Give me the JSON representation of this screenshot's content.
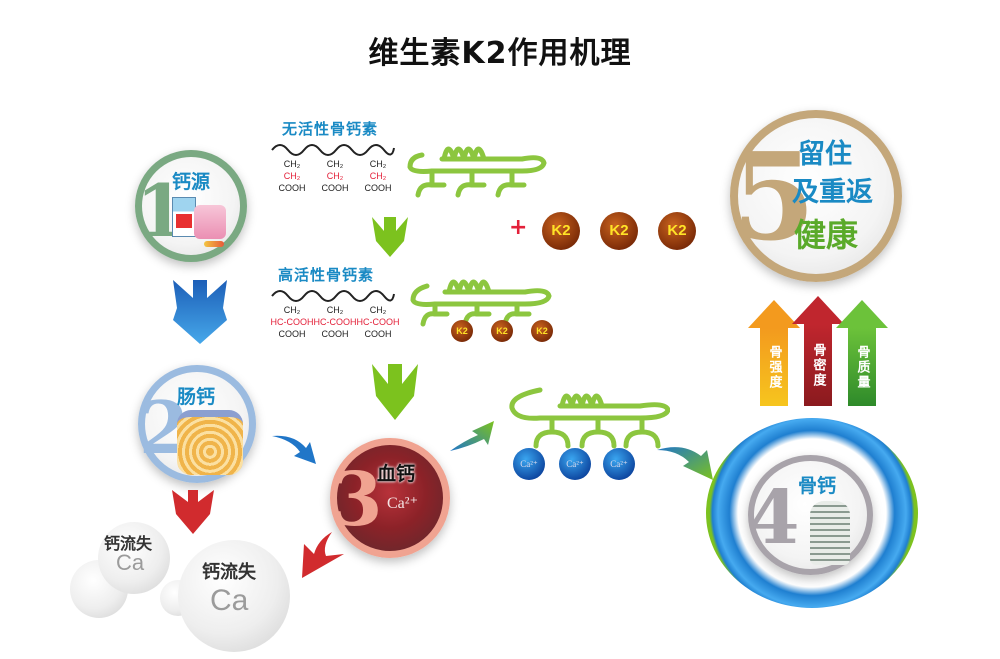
{
  "title": "维生素K2作用机理",
  "steps": [
    {
      "number": "1",
      "label": "钙源",
      "label_color": "#1a8ac4",
      "ring_color": "#7aa982"
    },
    {
      "number": "2",
      "label": "肠钙",
      "label_color": "#1a8ac4",
      "ring_color": "#9bbbe0"
    },
    {
      "number": "3",
      "label": "血钙",
      "sub": "Ca²⁺",
      "label_color": "#111111",
      "ring_color": "#f0a391"
    },
    {
      "number": "4",
      "label": "骨钙",
      "label_color": "#1a8ac4",
      "ring_color": "#a8a3aa"
    },
    {
      "number": "5",
      "lines": [
        "留住",
        "及重返",
        "健康"
      ],
      "line_colors": [
        "#1a8ac4",
        "#1a8ac4",
        "#5aaa2a"
      ],
      "ring_color": "#c4a77a"
    }
  ],
  "molecules": {
    "inactive": {
      "title": "无活性骨钙素",
      "units": [
        {
          "l1": "CH₂",
          "l2": "CH₂",
          "l3": "COOH"
        },
        {
          "l1": "CH₂",
          "l2": "CH₂",
          "l3": "COOH"
        },
        {
          "l1": "CH₂",
          "l2": "CH₂",
          "l3": "COOH"
        }
      ]
    },
    "active": {
      "title": "高活性骨钙素",
      "units": [
        {
          "l1": "CH₂",
          "l2": "HC-COOH",
          "l3": "COOH"
        },
        {
          "l1": "CH₂",
          "l2": "HC-COOH",
          "l3": "COOH"
        },
        {
          "l1": "CH₂",
          "l2": "HC-COOH",
          "l3": "COOH"
        }
      ]
    }
  },
  "k2": {
    "plus": "+",
    "label": "K2",
    "free_count": 3,
    "bound_count": 3
  },
  "calcium_ion": {
    "label": "Ca²⁺",
    "count": 3
  },
  "bone_metrics": [
    {
      "label": "骨强度",
      "color_top": "#f39a1e",
      "color_bottom": "#f6c51e"
    },
    {
      "label": "骨密度",
      "color_top": "#c0262e",
      "color_bottom": "#8a1a1e"
    },
    {
      "label": "骨质量",
      "color_top": "#6cc23a",
      "color_bottom": "#2e8a2a"
    }
  ],
  "calcium_loss": [
    {
      "label": "钙流失",
      "symbol": "Ca"
    },
    {
      "label": "钙流失",
      "symbol": "Ca"
    }
  ],
  "colors": {
    "blue_arrow": "#2076c8",
    "green_arrow": "#7cc21e",
    "red_arrow": "#d12b2e",
    "protein_green": "#8cc63f"
  }
}
